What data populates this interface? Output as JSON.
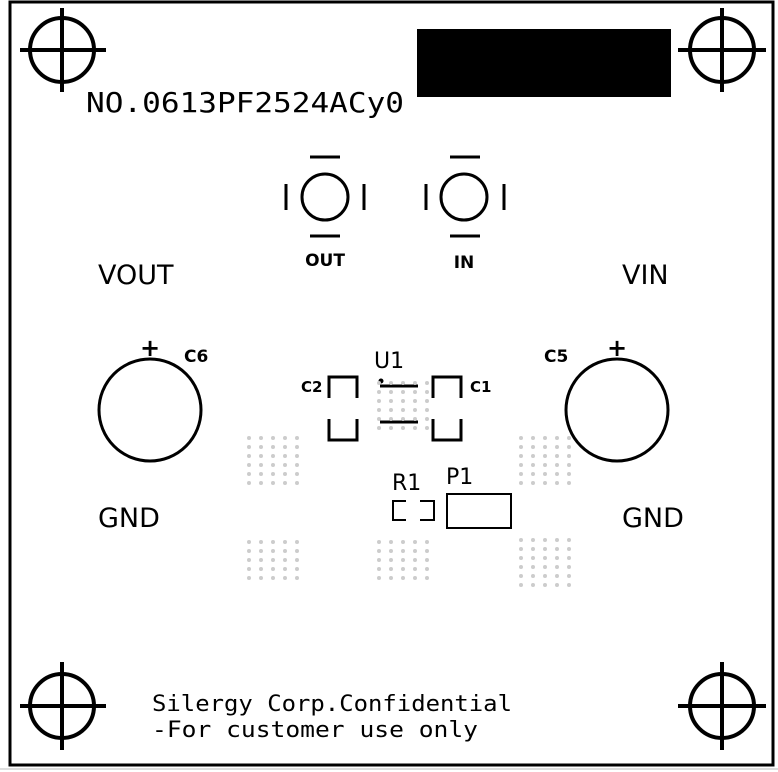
{
  "board": {
    "part_number": "NO.0613PF2524ACy0",
    "footer_line1": "Silergy Corp.Confidential",
    "footer_line2": "-For customer use only"
  },
  "test_points": [
    {
      "label": "OUT"
    },
    {
      "label": "IN"
    }
  ],
  "terminals": {
    "vout": "VOUT",
    "vin": "VIN",
    "gnd_left": "GND",
    "gnd_right": "GND"
  },
  "components": {
    "c6": "C6",
    "c5": "C5",
    "c2": "C2",
    "c1": "C1",
    "u1": "U1",
    "r1": "R1",
    "p1": "P1",
    "plus": "+"
  },
  "colors": {
    "silkscreen": "#000000",
    "board": "#ffffff",
    "via": "#cccccc"
  }
}
